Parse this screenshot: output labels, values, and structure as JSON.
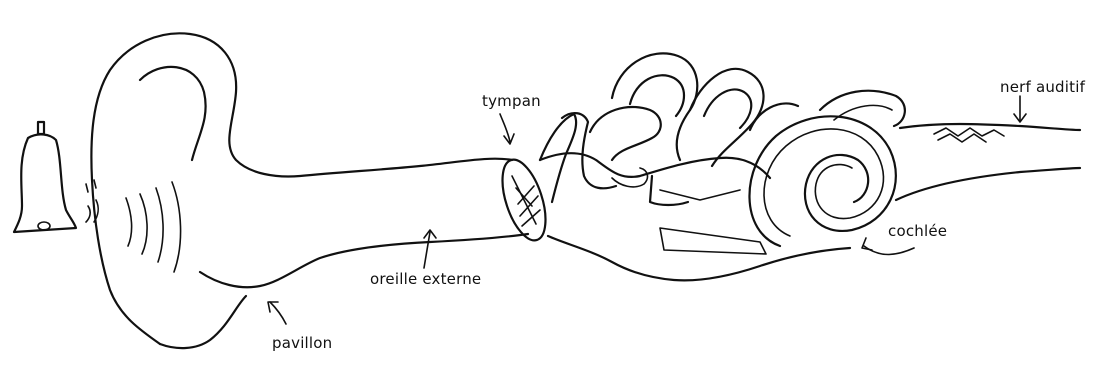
{
  "diagram": {
    "labels": {
      "tympan": "tympan",
      "nerf_auditif": "nerf auditif",
      "cochlee": "cochlée",
      "oreille_externe": "oreille externe",
      "pavillon": "pavillon"
    },
    "colors": {
      "ink": "#111111",
      "background": "#ffffff"
    }
  }
}
